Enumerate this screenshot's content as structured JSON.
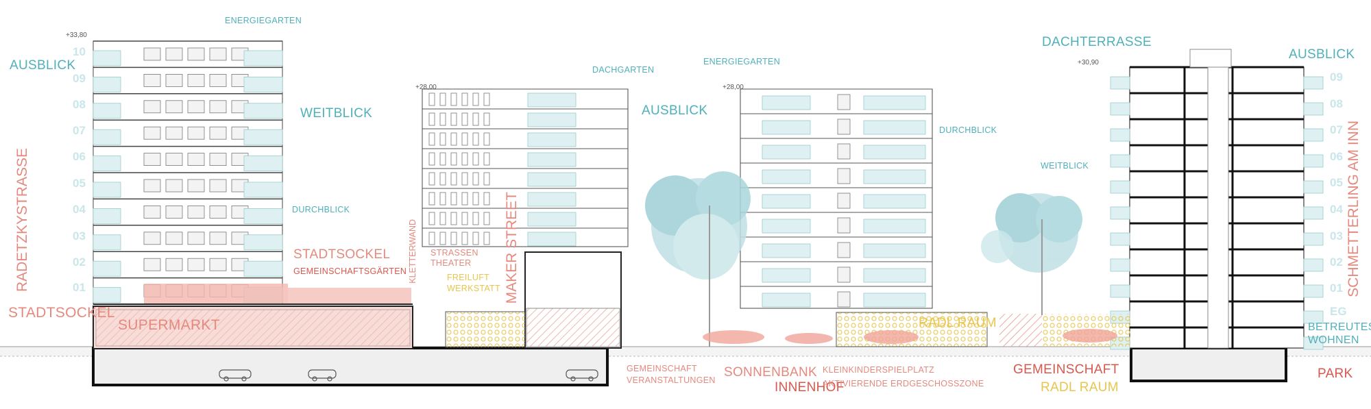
{
  "labels": {
    "energiegarten_1": "ENERGIEGARTEN",
    "energiegarten_2": "ENERGIEGARTEN",
    "ausblick_1": "AUSBLICK",
    "ausblick_2": "AUSBLICK",
    "ausblick_3": "AUSBLICK",
    "weitblick_1": "WEITBLICK",
    "weitblick_2": "WEITBLICK",
    "durchblick_1": "DURCHBLICK",
    "durchblick_2": "DURCHBLICK",
    "dachgarten": "DACHGARTEN",
    "dachterrasse": "DACHTERRASSE",
    "stadtsockel_1": "STADTSOCKEL",
    "stadtsockel_2": "STADTSOCKEL",
    "gemeinschaftsgaerten": "GEMEINSCHAFTSGÄRTEN",
    "supermarkt": "SUPERMARKT",
    "kletterwand": "KLETTERWAND",
    "strassentheater": "STRASSEN THEATER",
    "freiluft_werkstatt": "FREILUFT WERKSTATT",
    "maker_street": "MAKER STREET",
    "radl_raum_1": "RADL RAUM",
    "radl_raum_2": "RADL RAUM",
    "gemeinschaft_veranstaltungen": "GEMEINSCHAFT VERANSTALTUNGEN",
    "sonnenbank": "SONNENBANK",
    "innenhof": "INNENHOF",
    "kleinkinderspielplatz": "KLEINKINDERSPIELPLATZ",
    "aktivierende": "AKTIVIERENDE ERDGESCHOSSZONE",
    "gemeinschaft": "GEMEINSCHAFT",
    "park": "PARK",
    "eg": "EG",
    "betreutes_wohnen": "BETREUTES WOHNEN",
    "radetzkystrasse": "RADETZKYSTRASSE",
    "schmetterling": "SCHMETTERLING AM INN"
  },
  "elevations": {
    "building_a": "+33,80",
    "building_b": "+28,00",
    "building_c": "+28,00",
    "building_d": "+30,90"
  },
  "floors_left": [
    "10",
    "09",
    "08",
    "07",
    "06",
    "05",
    "04",
    "03",
    "02",
    "01"
  ],
  "floors_right": [
    "09",
    "08",
    "07",
    "06",
    "05",
    "04",
    "03",
    "02",
    "01"
  ],
  "colors": {
    "teal": "#4fb0bb",
    "salmon": "#e5897e",
    "red": "#d9574d",
    "yellow": "#e8c54e",
    "line": "#333333"
  }
}
